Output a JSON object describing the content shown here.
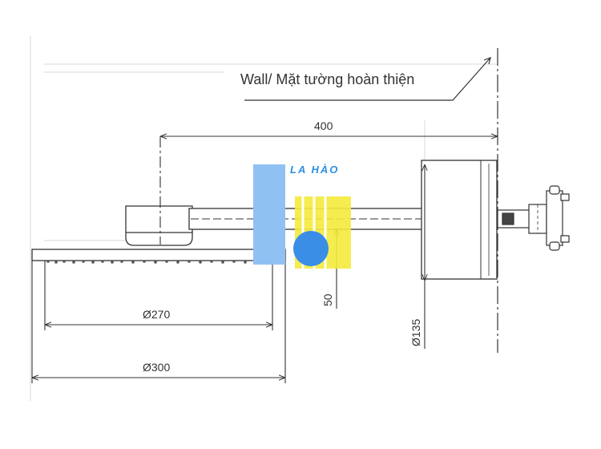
{
  "callout": {
    "wall_label": "Wall/ Mặt tường hoàn thiện"
  },
  "dimensions": {
    "arm_length": "400",
    "plate_inner_diameter": "Ø270",
    "plate_outer_diameter": "Ø300",
    "drop": "50",
    "flange_diameter": "Ø135"
  },
  "watermark": {
    "brand": "LA HÀO"
  },
  "colors": {
    "line": "#333333",
    "guide": "#cccccc",
    "logo_blue": "#3a8ee6",
    "logo_blue_light": "#8fc2f2",
    "logo_yellow": "#f4ea3c"
  }
}
